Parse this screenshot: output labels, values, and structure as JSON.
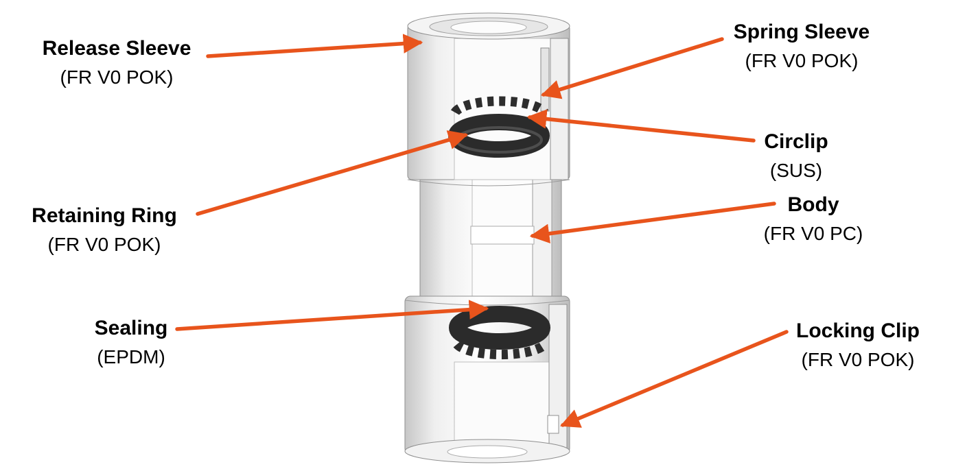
{
  "diagram": {
    "arrow_color": "#e8541c",
    "labels": [
      {
        "id": "release-sleeve",
        "name": "Release Sleeve",
        "material": "(FR V0 POK)"
      },
      {
        "id": "spring-sleeve",
        "name": "Spring Sleeve",
        "material": "(FR V0 POK)"
      },
      {
        "id": "circlip",
        "name": "Circlip",
        "material": "(SUS)"
      },
      {
        "id": "body",
        "name": "Body",
        "material": "(FR V0 PC)"
      },
      {
        "id": "retaining-ring",
        "name": "Retaining Ring",
        "material": "(FR V0 POK)"
      },
      {
        "id": "sealing",
        "name": "Sealing",
        "material": "(EPDM)"
      },
      {
        "id": "locking-clip",
        "name": "Locking Clip",
        "material": "(FR V0 POK)"
      }
    ]
  }
}
